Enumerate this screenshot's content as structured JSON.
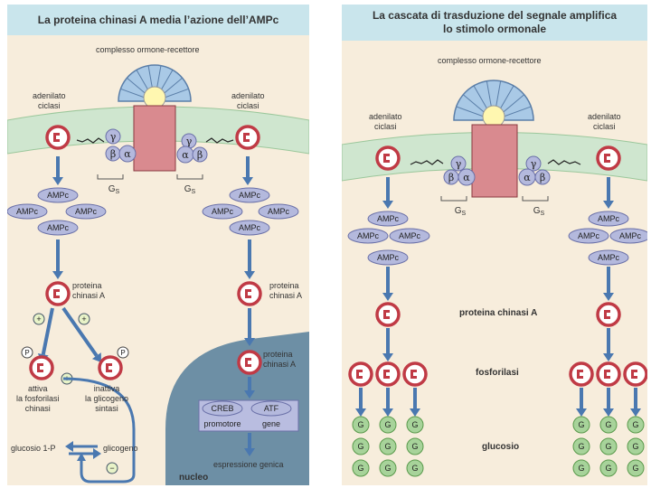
{
  "left": {
    "title": "La proteina chinasi A media l’azione dell’AMPc",
    "complex_label": "complesso ormone-recettore",
    "adenylate_left": "adenilato\nciclasi",
    "adenylate_right": "adenilato\nciclasi",
    "gs": "G",
    "gs_sub": "S",
    "ampc": "AMPc",
    "pka_left": "proteina\nchinasi A",
    "pka_right": "proteina\nchinasi A",
    "pka_nucleus": "proteina\nchinasi A",
    "p_label": "P",
    "plus": "+",
    "minus": "−",
    "active_kinase": "attiva\nla fosforilasi\nchinasi",
    "inactive_synthase": "inattiva\nla glicogeno\nsintasi",
    "glucose1p": "glucosio 1-P",
    "glycogen": "glicogeno",
    "creb": "CREB",
    "atf": "ATF",
    "promoter": "promotore",
    "gene": "gene",
    "expression": "espressione genica",
    "nucleus": "nucleo",
    "gamma": "γ",
    "beta": "β",
    "alpha": "α"
  },
  "right": {
    "title": "La cascata di trasduzione del segnale amplifica\nlo stimolo ormonale",
    "complex_label": "complesso ormone-recettore",
    "adenylate_left": "adenilato\nciclasi",
    "adenylate_right": "adenilato\nciclasi",
    "pka": "proteina chinasi A",
    "phosphorylase": "fosforilasi",
    "glucose": "glucosio",
    "g": "G"
  },
  "colors": {
    "panel_bg": "#f7eddc",
    "header_bg": "#c9e5ec",
    "membrane": "#cfe6cf",
    "receptor": "#d98a8f",
    "protein_oval": "#b4b9dd",
    "arrow": "#4a78b0",
    "nucleus": "#6d8fa5",
    "enzyme_red": "#c03a45",
    "glucose_green": "#a7d39a"
  }
}
